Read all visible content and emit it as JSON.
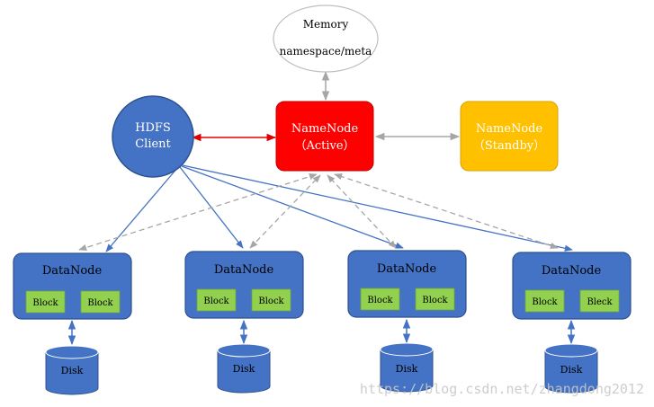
{
  "memory": {
    "title": "Memory",
    "subtitle": "namespace/meta"
  },
  "client": {
    "line1": "HDFS",
    "line2": "Client"
  },
  "namenode_active": {
    "line1": "NameNode",
    "line2": "（Active）"
  },
  "namenode_standby": {
    "line1": "NameNode",
    "line2": "（Standby）"
  },
  "datanodes": [
    {
      "label": "DataNode",
      "blocks": [
        "Block",
        "Block"
      ],
      "disk": "Disk"
    },
    {
      "label": "DataNode",
      "blocks": [
        "Block",
        "Block"
      ],
      "disk": "Disk"
    },
    {
      "label": "DataNode",
      "blocks": [
        "Block",
        "Block"
      ],
      "disk": "Disk"
    },
    {
      "label": "DataNode",
      "blocks": [
        "Block",
        "Bleck"
      ],
      "disk": "Disk"
    }
  ],
  "watermark": "https://blog.csdn.net/zhangdong2012",
  "colors": {
    "blue": "#4472c4",
    "blue_border": "#2f528f",
    "red": "#ff0000",
    "orange": "#ffc000",
    "green": "#92d050",
    "gray_arrow": "#a6a6a6",
    "red_arrow": "#e00000"
  }
}
